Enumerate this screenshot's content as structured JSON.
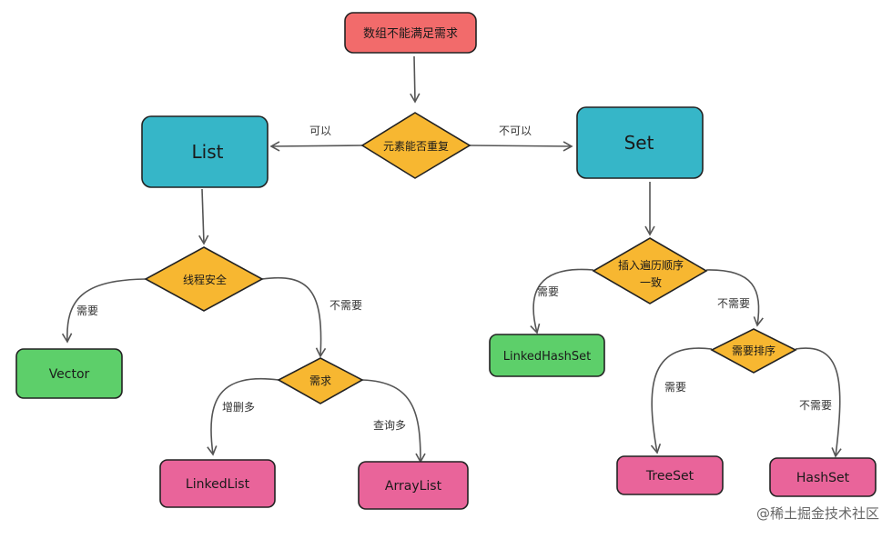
{
  "colors": {
    "red": "#f26b6b",
    "blue": "#36b6c8",
    "orange": "#f7b731",
    "green": "#5dcf6a",
    "pink": "#e9649a",
    "stroke": "#222222",
    "arrow": "#555555"
  },
  "nodes": {
    "root": "数组不能满足需求",
    "q_repeat": "元素能否重复",
    "list": "List",
    "set": "Set",
    "q_thread": "线程安全",
    "vector": "Vector",
    "q_need": "需求",
    "linkedlist": "LinkedList",
    "arraylist": "ArrayList",
    "q_order_line1": "插入遍历顺序",
    "q_order_line2": "一致",
    "linkedhashset": "LinkedHashSet",
    "q_sort": "需要排序",
    "treeset": "TreeSet",
    "hashset": "HashSet"
  },
  "edges": {
    "can": "可以",
    "cannot": "不可以",
    "need_vector": "需要",
    "no_need_demand": "不需要",
    "more_add_delete": "增删多",
    "more_query": "查询多",
    "need_lhs": "需要",
    "no_need_sort": "不需要",
    "need_treeset": "需要",
    "no_need_hashset": "不需要"
  },
  "watermark": "@稀土掘金技术社区"
}
